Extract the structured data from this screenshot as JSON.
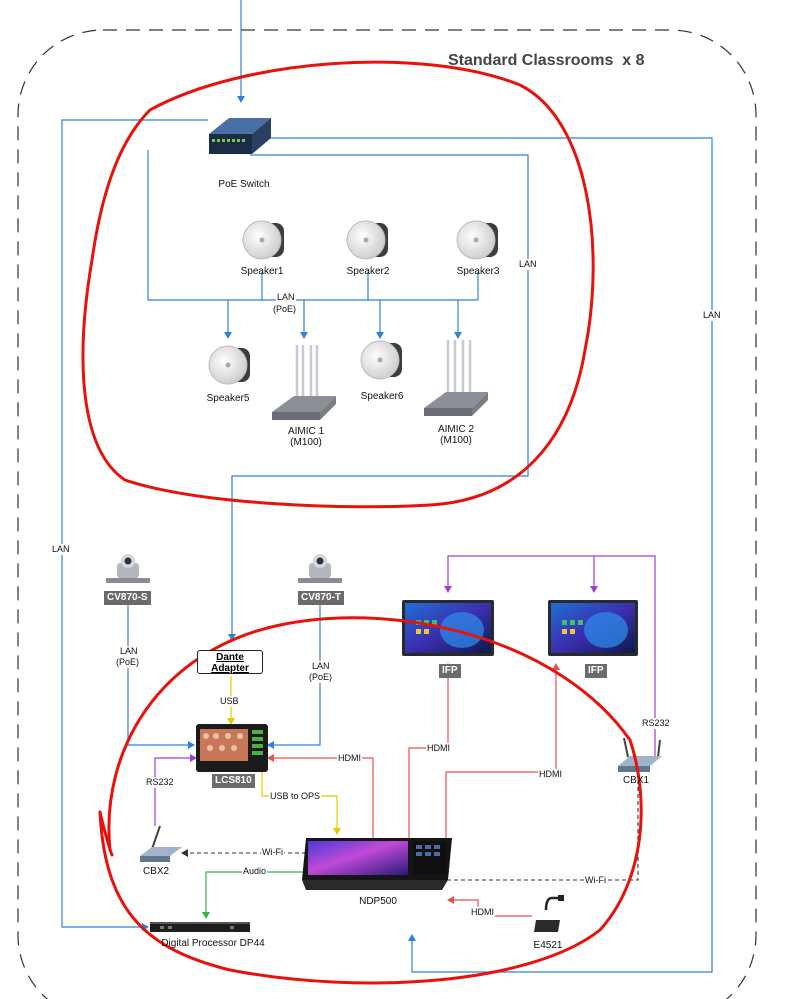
{
  "title": "Standard Classrooms  x 8",
  "devices": {
    "poe_switch": "PoE Switch",
    "speaker1": "Speaker1",
    "speaker2": "Speaker2",
    "speaker3": "Speaker3",
    "speaker5": "Speaker5",
    "speaker6": "Speaker6",
    "aimic1_line1": "AIMIC 1",
    "aimic1_line2": "(M100)",
    "aimic2_line1": "AIMIC 2",
    "aimic2_line2": "(M100)",
    "cv870s": "CV870-S",
    "cv870t": "CV870-T",
    "dante_line1": "Dante",
    "dante_line2": "Adapter",
    "lcs810": "LCS810",
    "ifp_left": "IFP",
    "ifp_right": "IFP",
    "cbx1": "CBX1",
    "cbx2": "CBX2",
    "ndp500": "NDP500",
    "dp44": "Digital Processor DP44",
    "e4521": "E4521"
  },
  "connections": {
    "lan_poe_top_1": "LAN",
    "lan_poe_top_2": "(PoE)",
    "lan_right_inner": "LAN",
    "lan_right_outer": "LAN",
    "lan_left": "LAN",
    "lan_poe_s_1": "LAN",
    "lan_poe_s_2": "(PoE)",
    "lan_poe_t_1": "LAN",
    "lan_poe_t_2": "(PoE)",
    "usb": "USB",
    "usb_to_ops": "USB to OPS",
    "hdmi_lcs": "HDMI",
    "hdmi_ifp_left": "HDMI",
    "hdmi_ifp_right": "HDMI",
    "hdmi_e4521": "HDMI",
    "rs232_left": "RS232",
    "rs232_right": "RS232",
    "wifi_left": "Wi-Fi",
    "wifi_right": "Wi-Fi",
    "audio": "Audio"
  },
  "colors": {
    "lan": "#2f82d8",
    "hdmi": "#e8524e",
    "rs232": "#a43ed0",
    "usb": "#ebc800",
    "audio": "#36b24a",
    "annotation": "#e8120c",
    "border": "#333333"
  }
}
